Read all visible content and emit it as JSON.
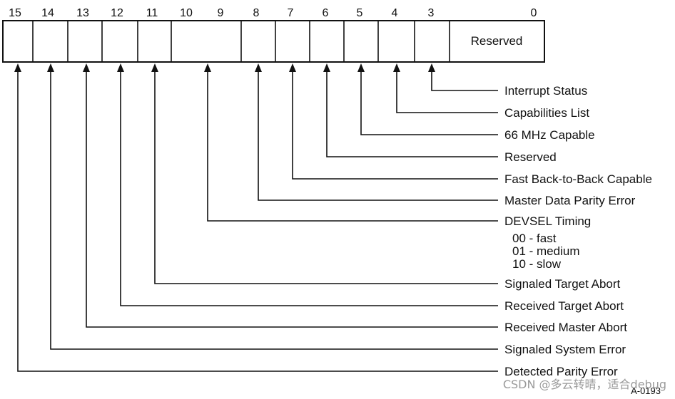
{
  "register": {
    "bit_numbers": [
      "15",
      "14",
      "13",
      "12",
      "11",
      "10",
      "9",
      "8",
      "7",
      "6",
      "5",
      "4",
      "3",
      "0"
    ],
    "reserved_field_label": "Reserved"
  },
  "fields": [
    {
      "bit": "3",
      "label": "Interrupt Status"
    },
    {
      "bit": "4",
      "label": "Capabilities List"
    },
    {
      "bit": "5",
      "label": "66 MHz Capable"
    },
    {
      "bit": "6",
      "label": "Reserved"
    },
    {
      "bit": "7",
      "label": "Fast Back-to-Back Capable"
    },
    {
      "bit": "8",
      "label": "Master Data Parity Error"
    },
    {
      "bit": "10:9",
      "label": "DEVSEL Timing",
      "options": [
        "00 - fast",
        "01 - medium",
        "10 - slow"
      ]
    },
    {
      "bit": "11",
      "label": "Signaled Target Abort"
    },
    {
      "bit": "12",
      "label": "Received Target Abort"
    },
    {
      "bit": "13",
      "label": "Received Master Abort"
    },
    {
      "bit": "14",
      "label": "Signaled System Error"
    },
    {
      "bit": "15",
      "label": "Detected Parity Error"
    }
  ],
  "figure_id": "A-0193",
  "watermark": "CSDN @多云转晴，适合debug"
}
